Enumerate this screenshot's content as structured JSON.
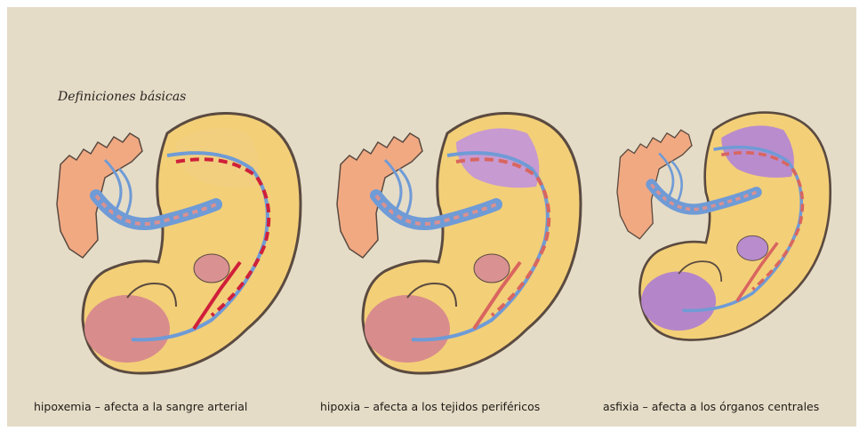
{
  "heading": "Definiciones básicas",
  "panels": [
    {
      "caption": "hipoxemia – afecta a la sangre arterial",
      "highlight": {
        "placenta": "#f1a982",
        "brain": "#f1cf7f",
        "heart": "#d99191",
        "body": "#d98c8c",
        "arterial_red": "#cf1f3a"
      }
    },
    {
      "caption": "hipoxia – afecta a los tejidos periféricos",
      "highlight": {
        "placenta": "#f1a982",
        "brain": "#c79ad1",
        "heart": "#d99191",
        "body": "#d98c8c",
        "arterial_red": "#d9655f"
      }
    },
    {
      "caption": "asfixia – afecta a los órganos centrales",
      "highlight": {
        "placenta": "#f1a982",
        "brain": "#b98ccd",
        "heart": "#b98ccd",
        "body": "#b486c9",
        "arterial_red": "#d9655f"
      }
    }
  ],
  "colors": {
    "background": "#e5dcc7",
    "body_fill": "#f3cf78",
    "outline": "#5a4a40",
    "vein_blue": "#6f9bd6"
  }
}
